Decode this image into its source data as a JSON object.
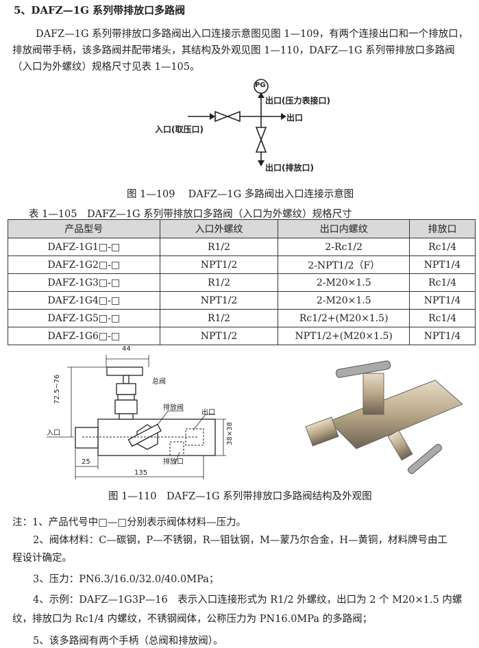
{
  "section_title": "5、DAFZ—1G 系列带排放口多路阀",
  "intro": [
    "DAFZ—1G 系列带排放口多路阀出入口连接示意图见图 1—109，有两个连接出口和一个排放口，",
    "排放阀带手柄，该多路阀并配带堵头，其结构及外观见图 1—110，DAFZ—1G 系列带排放口多路阀",
    "（入口为外螺纹）规格尺寸见表 1—105。"
  ],
  "fig109": {
    "pg": "PG",
    "outlet_gauge": "出口(压力表接口)",
    "outlet": "出口",
    "inlet": "入口(取压口)",
    "outlet_drain": "出口(排放口)",
    "caption": "图 1—109　 DAFZ—1G 多路阀出入口连接示意图"
  },
  "table": {
    "caption": "表 1—105　DAFZ—1G 系列带排放口多路阀（入口为外螺纹）规格尺寸",
    "headers": [
      "产品型号",
      "入口外螺纹",
      "出口内螺纹",
      "排放口"
    ],
    "rows": [
      [
        "DAFZ-1G1□-□",
        "R1/2",
        "2-Rc1/2",
        "Rc1/4"
      ],
      [
        "DAFZ-1G2□-□",
        "NPT1/2",
        "2-NPT1/2（F）",
        "NPT1/4"
      ],
      [
        "DAFZ-1G3□-□",
        "R1/2",
        "2-M20×1.5",
        "Rc1/4"
      ],
      [
        "DAFZ-1G4□-□",
        "NPT1/2",
        "2-M20×1.5",
        "NPT1/4"
      ],
      [
        "DAFZ-1G5□-□",
        "R1/2",
        "Rc1/2+(M20×1.5)",
        "Rc1/4"
      ],
      [
        "DAFZ-1G6□-□",
        "NPT1/2",
        "NPT1/2+(M20×1.5)",
        "NPT1/4"
      ]
    ]
  },
  "fig110": {
    "dim_44": "44",
    "dim_height": "72.5~76",
    "dim_38": "38×38",
    "dim_25": "25",
    "dim_135": "135",
    "main_valve": "总阀",
    "drain_valve": "排放阀",
    "outlet": "出口",
    "inlet": "入口",
    "drain_port": "排放口",
    "caption": "图 1—110　DAFZ—1G 系列带排放口多路阀结构及外观图"
  },
  "notes": [
    "注：1、产品代号中□—□分别表示阀体材料—压力。",
    "2、阀体材料：C—碳钢，P—不锈钢，R—钼钛钢，M—蒙乃尔合金，H—黄铜，材料牌号由工",
    "程设计确定。",
    "3、压力：PN6.3/16.0/32.0/40.0MPa；",
    "4、示例：DAFZ—1G3P—16　表示入口连接形式为 R1/2 外螺纹，出口为 2 个 M20×1.5 内螺",
    "纹，排放口为 Rc1/4 内螺纹，不锈钢阀体，公称压力为 PN16.0MPa 的多路阀；",
    "5、该多路阀有两个手柄（总阀和排放阀）。"
  ]
}
